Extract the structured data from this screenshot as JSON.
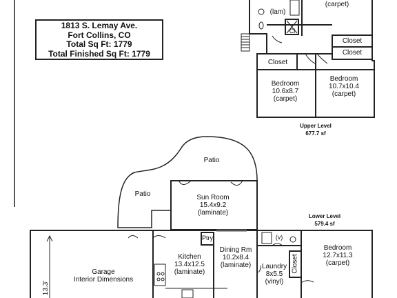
{
  "info": {
    "address": "1813 S. Lemay Ave.",
    "city": "Fort Collins, CO",
    "total_sqft": "Total Sq Ft:  1779",
    "finished_sqft": "Total Finished Sq Ft:  1779"
  },
  "upper_level": {
    "title": "Upper Level",
    "area": "677.7 sf",
    "rooms": {
      "bath_lam": "(lam)",
      "top_carpet": "(carpet)",
      "closet_ci": "Cl",
      "closet_left": "Closet",
      "closet_right_1": "Closet",
      "closet_right_2": "Closet",
      "bedroom_left": {
        "name": "Bedroom",
        "dims": "10.6x8.7",
        "floor": "(carpet)"
      },
      "bedroom_right": {
        "name": "Bedroom",
        "dims": "10.7x10.4",
        "floor": "(carpet)"
      }
    }
  },
  "lower_level": {
    "title": "Lower Level",
    "area": "579.4 sf",
    "rooms": {
      "patio_top": "Patio",
      "patio_left": "Patio",
      "sun_room": {
        "name": "Sun Room",
        "dims": "15.4x9.2",
        "floor": "(laminate)"
      },
      "pantry": "Ptry",
      "kitchen": {
        "name": "Kitchen",
        "dims": "13.4x12.5",
        "floor": "(laminate)"
      },
      "dining": {
        "name": "Dining Rm",
        "dims": "10.2x8.4",
        "floor": "(laminate)"
      },
      "laundry": {
        "name": "Laundry",
        "dims": "8x5.5",
        "floor": "(vinyl)"
      },
      "closet": "Closet",
      "bedroom": {
        "name": "Bedroom",
        "dims": "12.7x11.3",
        "floor": "(carpet)"
      },
      "garage": {
        "name": "Garage",
        "note": "Interior Dimensions"
      },
      "bath_v": "(v)",
      "garage_dim": "13.3'"
    }
  }
}
